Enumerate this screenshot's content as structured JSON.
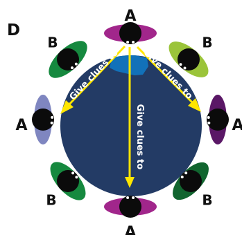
{
  "panel_label": "D",
  "arrow_text": "Give clues to",
  "seats": [
    {
      "label": "A",
      "mat_color": "#a1268b"
    },
    {
      "label": "B",
      "mat_color": "#9bc43a"
    },
    {
      "label": "A",
      "mat_color": "#5a1766"
    },
    {
      "label": "B",
      "mat_color": "#11652f"
    },
    {
      "label": "A",
      "mat_color": "#a1268b"
    },
    {
      "label": "B",
      "mat_color": "#16893f"
    },
    {
      "label": "A",
      "mat_color": "#7f86c0"
    },
    {
      "label": "B",
      "mat_color": "#16893f"
    }
  ],
  "colors": {
    "table": "#233b65",
    "table_blob": "#1271b9",
    "arrow": "#ffe600",
    "head": "#0b0b0b",
    "face": "#f4b9b0"
  }
}
